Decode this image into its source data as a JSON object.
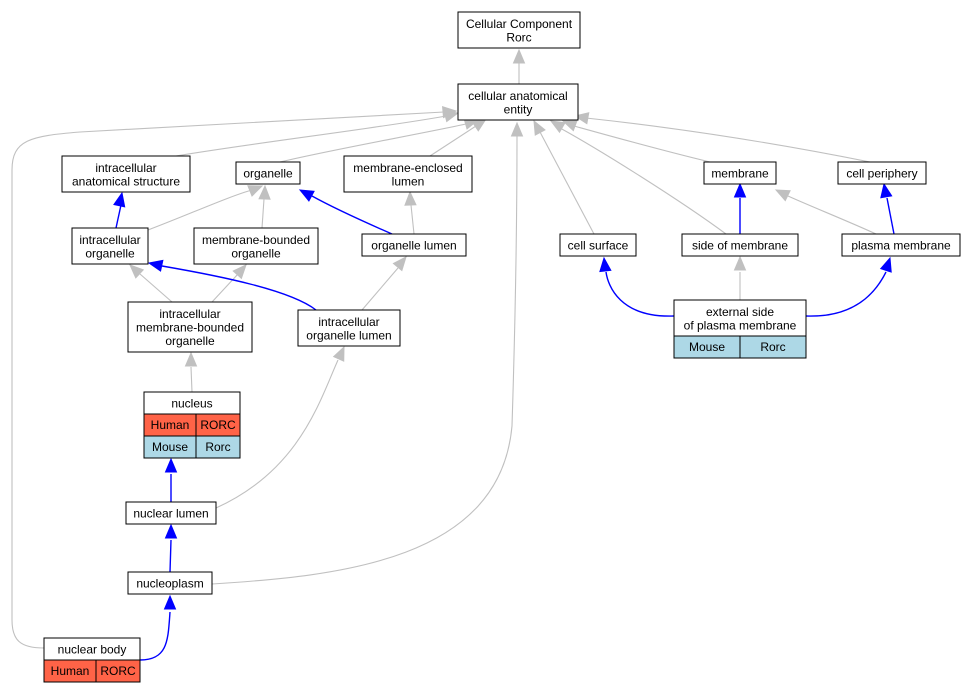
{
  "colors": {
    "gray_edge": "#c0c0c0",
    "blue_edge": "#0000ff",
    "human_fill": "#ff6347",
    "mouse_fill": "#add8e6",
    "node_border": "#000000",
    "node_fill": "#ffffff"
  },
  "nodes": {
    "root": {
      "lines": [
        "Cellular Component",
        "Rorc"
      ]
    },
    "cae": {
      "lines": [
        "cellular anatomical",
        "entity"
      ]
    },
    "ias": {
      "lines": [
        "intracellular",
        "anatomical structure"
      ]
    },
    "organelle": {
      "lines": [
        "organelle"
      ]
    },
    "mel": {
      "lines": [
        "membrane-enclosed",
        "lumen"
      ]
    },
    "membrane": {
      "lines": [
        "membrane"
      ]
    },
    "cp": {
      "lines": [
        "cell periphery"
      ]
    },
    "io": {
      "lines": [
        "intracellular",
        "organelle"
      ]
    },
    "mbo": {
      "lines": [
        "membrane-bounded",
        "organelle"
      ]
    },
    "ol": {
      "lines": [
        "organelle lumen"
      ]
    },
    "cs": {
      "lines": [
        "cell surface"
      ]
    },
    "som": {
      "lines": [
        "side of membrane"
      ]
    },
    "pm": {
      "lines": [
        "plasma membrane"
      ]
    },
    "imbo": {
      "lines": [
        "intracellular",
        "membrane-bounded",
        "organelle"
      ]
    },
    "iol": {
      "lines": [
        "intracellular",
        "organelle lumen"
      ]
    },
    "espm": {
      "lines": [
        "external side",
        "of plasma membrane"
      ],
      "rows": [
        {
          "species": "Mouse",
          "gene": "Rorc",
          "kind": "mouse"
        }
      ]
    },
    "nucleus": {
      "lines": [
        "nucleus"
      ],
      "rows": [
        {
          "species": "Human",
          "gene": "RORC",
          "kind": "human"
        },
        {
          "species": "Mouse",
          "gene": "Rorc",
          "kind": "mouse"
        }
      ]
    },
    "nl": {
      "lines": [
        "nuclear lumen"
      ]
    },
    "np": {
      "lines": [
        "nucleoplasm"
      ]
    },
    "nb": {
      "lines": [
        "nuclear body"
      ],
      "rows": [
        {
          "species": "Human",
          "gene": "RORC",
          "kind": "human"
        }
      ]
    }
  },
  "edges": [
    {
      "from": "cae",
      "to": "root",
      "color": "gray"
    },
    {
      "from": "ias",
      "to": "cae",
      "color": "gray"
    },
    {
      "from": "organelle",
      "to": "cae",
      "color": "gray"
    },
    {
      "from": "mel",
      "to": "cae",
      "color": "gray"
    },
    {
      "from": "membrane",
      "to": "cae",
      "color": "gray"
    },
    {
      "from": "cp",
      "to": "cae",
      "color": "gray"
    },
    {
      "from": "cs",
      "to": "cae",
      "color": "gray"
    },
    {
      "from": "som",
      "to": "cae",
      "color": "gray"
    },
    {
      "from": "np",
      "to": "cae",
      "color": "gray"
    },
    {
      "from": "nb",
      "to": "cae",
      "color": "gray"
    },
    {
      "from": "io",
      "to": "ias",
      "color": "blue"
    },
    {
      "from": "io",
      "to": "organelle",
      "color": "gray"
    },
    {
      "from": "mbo",
      "to": "organelle",
      "color": "gray"
    },
    {
      "from": "ol",
      "to": "organelle",
      "color": "blue"
    },
    {
      "from": "ol",
      "to": "mel",
      "color": "gray"
    },
    {
      "from": "som",
      "to": "membrane",
      "color": "blue"
    },
    {
      "from": "pm",
      "to": "membrane",
      "color": "gray"
    },
    {
      "from": "pm",
      "to": "cp",
      "color": "blue"
    },
    {
      "from": "imbo",
      "to": "io",
      "color": "gray"
    },
    {
      "from": "imbo",
      "to": "mbo",
      "color": "gray"
    },
    {
      "from": "iol",
      "to": "io",
      "color": "blue"
    },
    {
      "from": "iol",
      "to": "ol",
      "color": "gray"
    },
    {
      "from": "espm",
      "to": "cs",
      "color": "blue"
    },
    {
      "from": "espm",
      "to": "som",
      "color": "gray"
    },
    {
      "from": "espm",
      "to": "pm",
      "color": "blue"
    },
    {
      "from": "nucleus",
      "to": "imbo",
      "color": "gray"
    },
    {
      "from": "nl",
      "to": "nucleus",
      "color": "blue"
    },
    {
      "from": "nl",
      "to": "iol",
      "color": "gray"
    },
    {
      "from": "np",
      "to": "nl",
      "color": "blue"
    },
    {
      "from": "nb",
      "to": "np",
      "color": "blue"
    }
  ]
}
